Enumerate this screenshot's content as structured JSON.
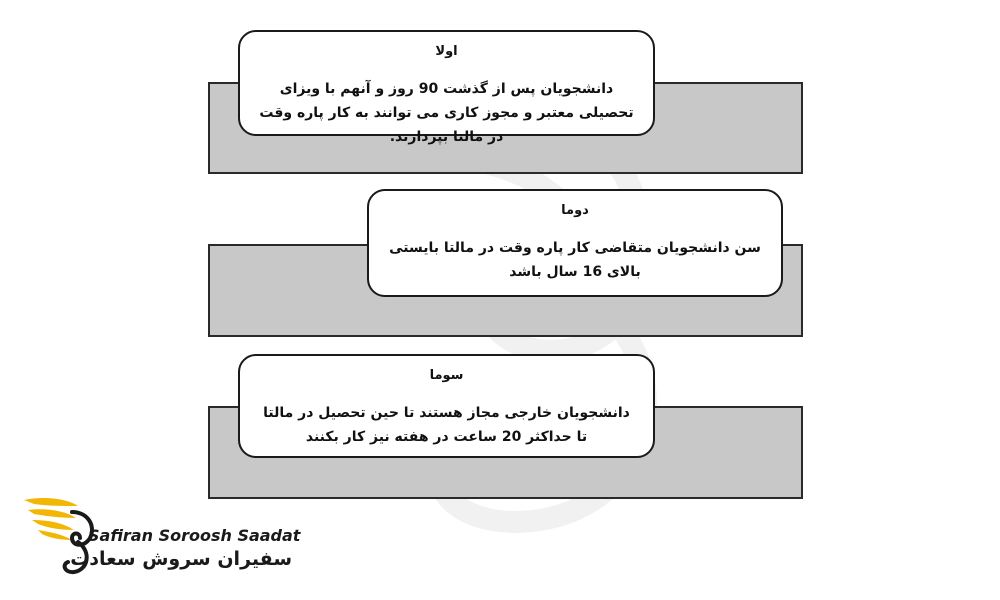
{
  "cards": [
    {
      "title": "اولا",
      "text": "دانشجویان پس از گذشت 90 روز و آنهم با ویزای تحصیلی معتبر و مجوز کاری می توانند به کار پاره وقت در مالتا بپردازند."
    },
    {
      "title": "دوما",
      "text": "سن دانشجویان متقاضی کار پاره وقت در مالتا بایستی بالای 16 سال باشد"
    },
    {
      "title": "سوما",
      "text": "دانشجویان خارجی مجاز هستند تا حین تحصیل در مالتا تا حداکثر 20 ساعت در هفته نیز کار بکنند"
    }
  ],
  "logo": {
    "latin_name": "Safiran Soroosh Saadat",
    "persian_name": "سفیران سروش سعادت"
  },
  "colors": {
    "gray_box": "#c8c8c8",
    "border": "#1a1a1a",
    "logo_wing": "#f2b705"
  }
}
